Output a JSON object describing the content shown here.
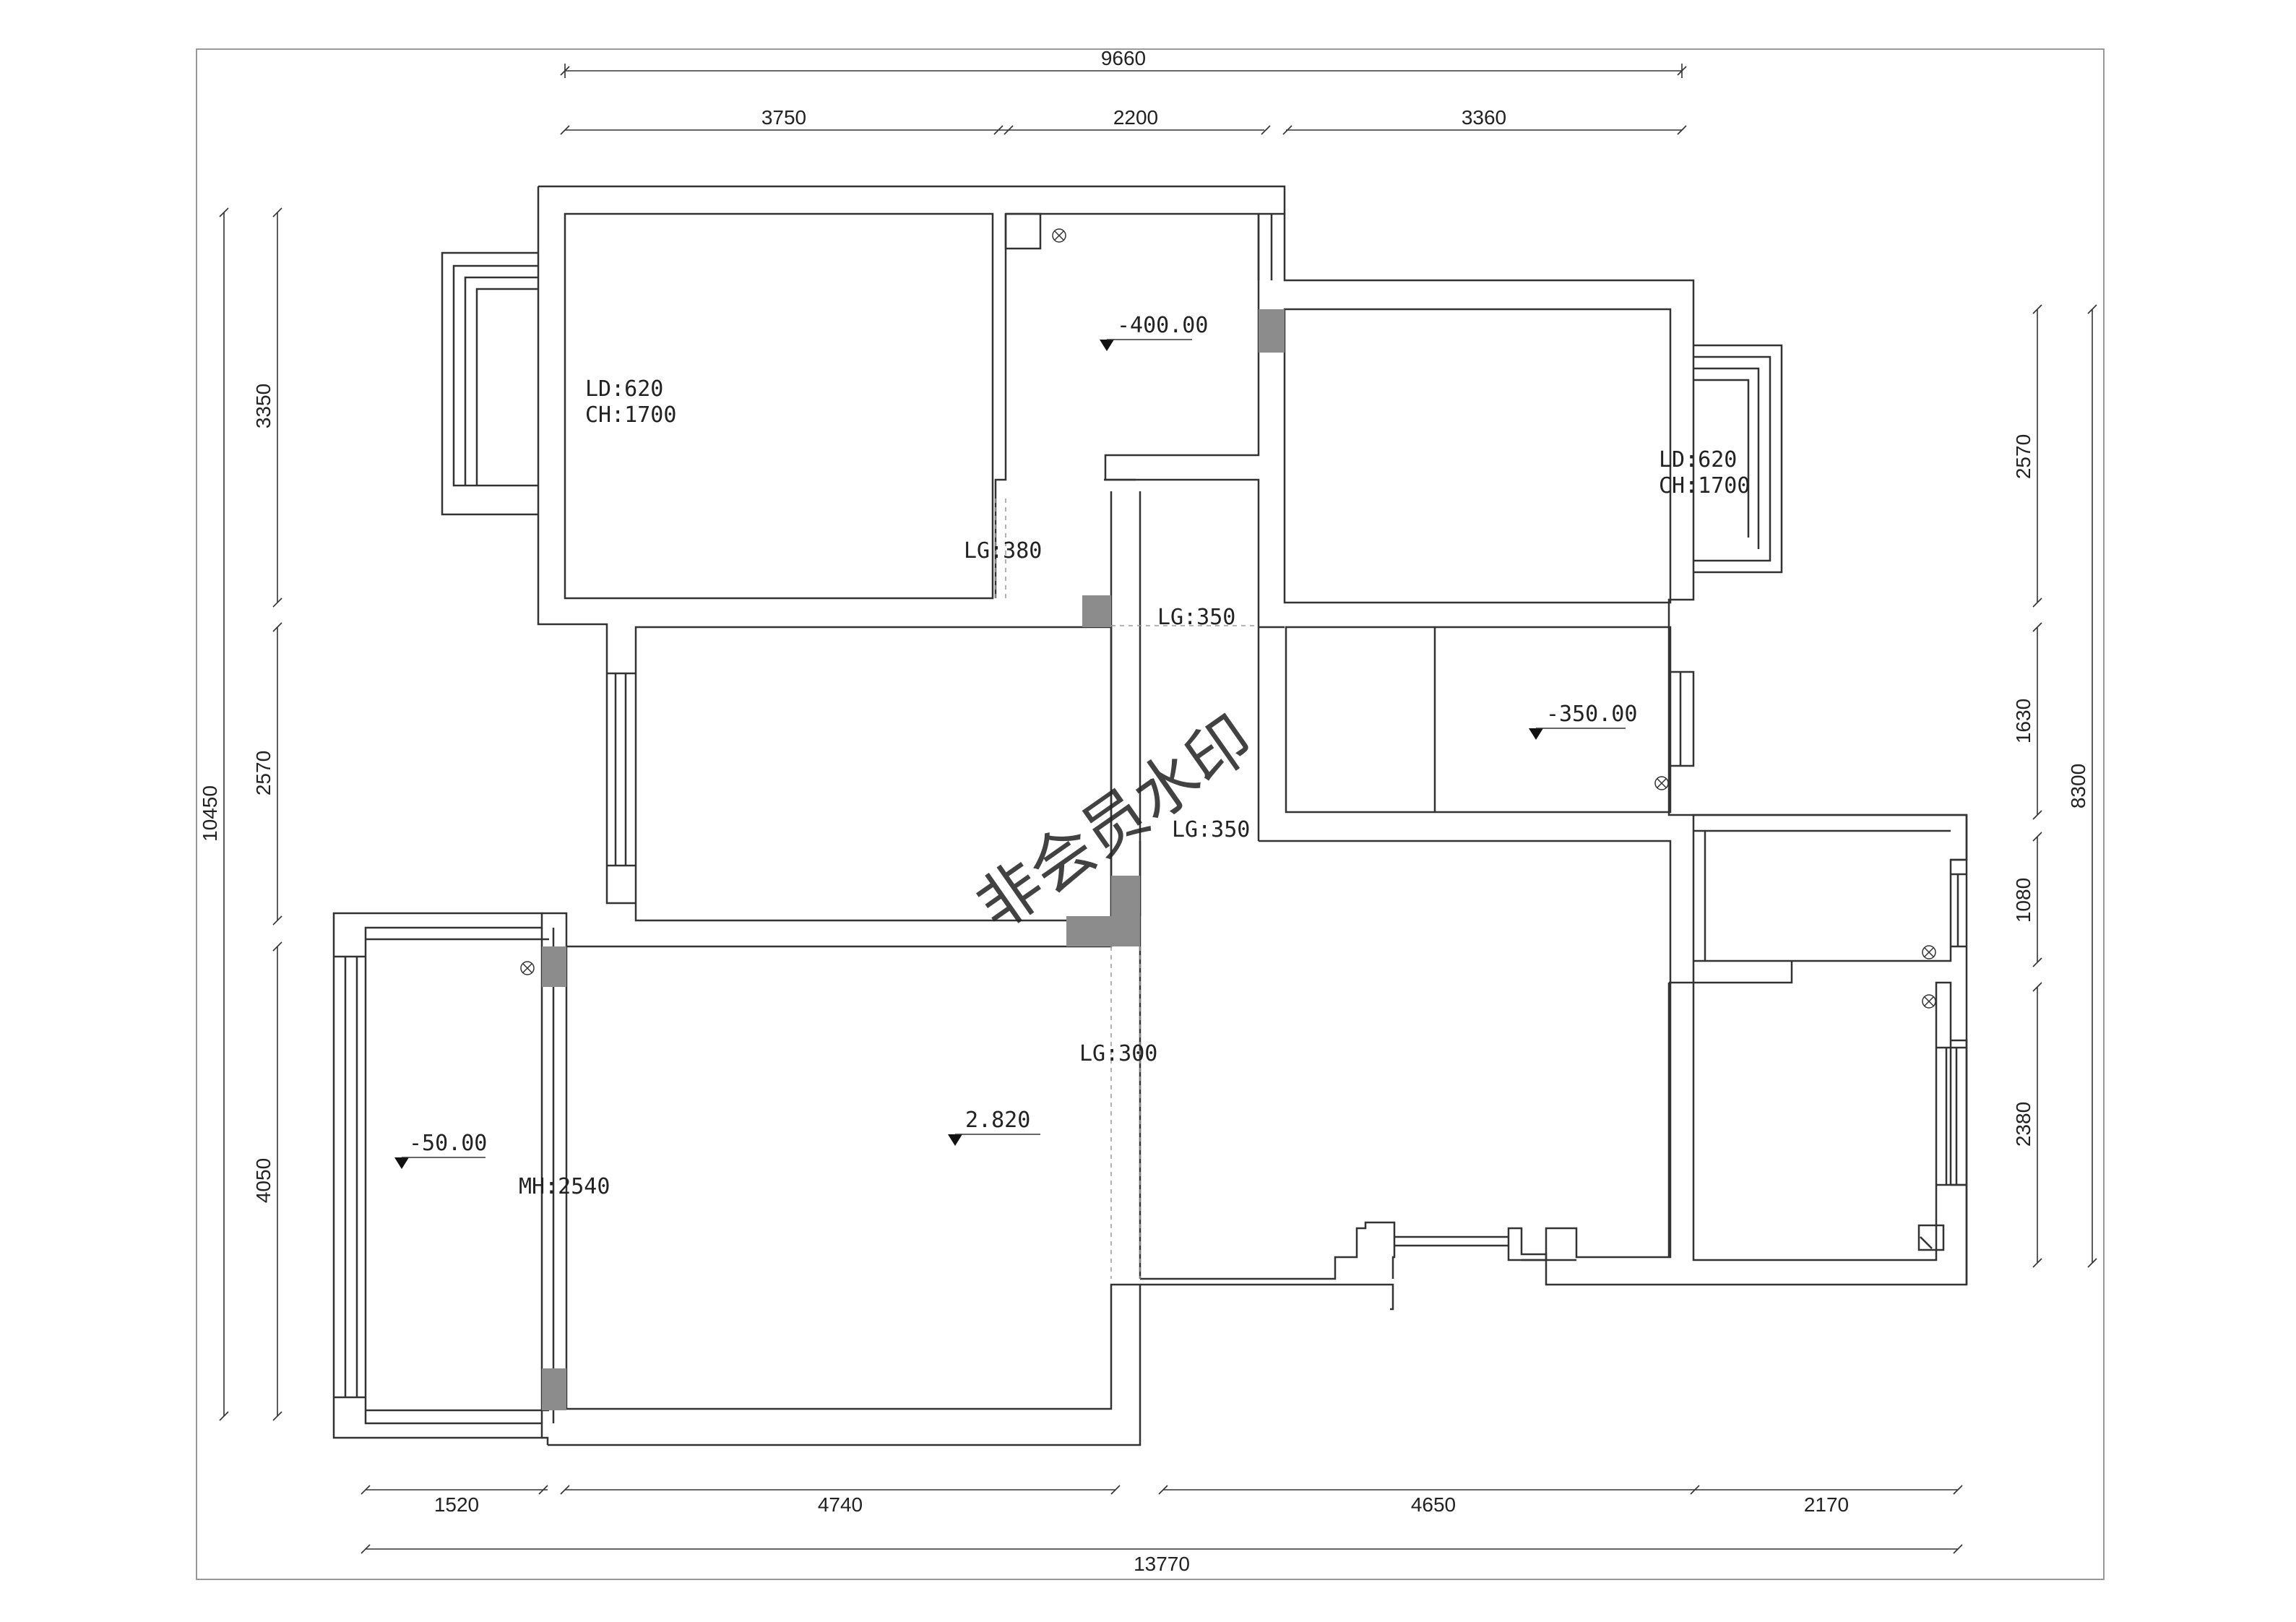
{
  "colors": {
    "line": "#333333",
    "frame": "#9a9a9a",
    "column": "#8c8c8c",
    "watermark": "#cfcfcf"
  },
  "watermark": "非会员水印",
  "dimensions": {
    "top_total": "9660",
    "top_segments": [
      "3750",
      "2200",
      "3360"
    ],
    "bottom_total": "13770",
    "bottom_segments": [
      "1520",
      "4740",
      "4650",
      "2170"
    ],
    "left_total": "10450",
    "left_segments": [
      "3350",
      "2570",
      "4050"
    ],
    "right_total": "8300",
    "right_segments": [
      "2570",
      "1630",
      "1080",
      "2380"
    ]
  },
  "room_notes": {
    "bedroom_left_ld": "LD:620",
    "bedroom_left_ch": "CH:1700",
    "bedroom_right_ld": "LD:620",
    "bedroom_right_ch": "CH:1700",
    "lg_380": "LG:380",
    "lg_350_upper": "LG:350",
    "lg_350_lower": "LG:350",
    "lg_300": "LG:300",
    "mh_2540": "MH:2540"
  },
  "levels": {
    "top_bath": "-400.00",
    "right_bath": "-350.00",
    "balcony": "-50.00",
    "living": "2.820"
  }
}
